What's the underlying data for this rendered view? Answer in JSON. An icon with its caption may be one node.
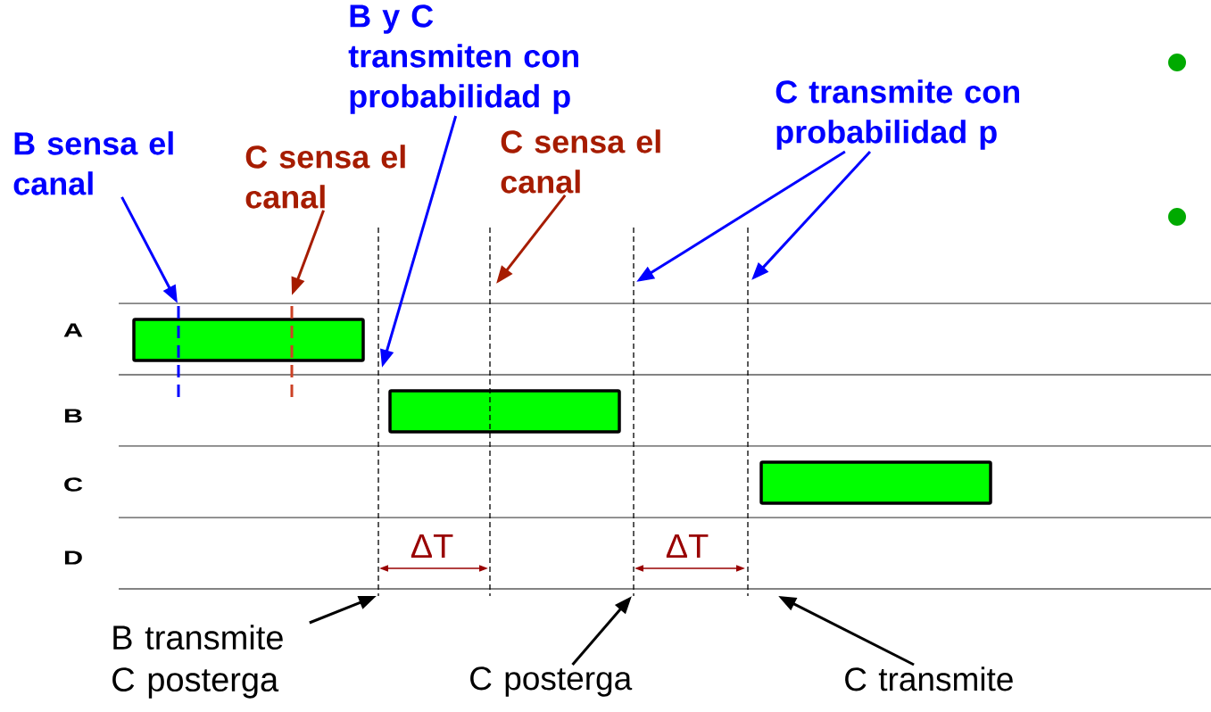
{
  "diagram": {
    "nodes": [
      {
        "text": [
          "B sensa el canal"
        ]
      },
      {
        "text": [
          "C sensa el canal"
        ]
      },
      {
        "text": [
          "B y C transmiten con probabilidad p"
        ]
      },
      {
        "text": [
          "C sensa el canal"
        ]
      },
      {
        "text": [
          "C transmite con probabilidad p"
        ]
      },
      {
        "text": [
          "B transmite C posterga"
        ]
      },
      {
        "text": [
          "C posterga"
        ]
      },
      {
        "text": [
          "C transmite"
        ]
      },
      {
        "text": [],
        "shape": "bar"
      },
      {
        "text": [],
        "shape": "bar"
      },
      {
        "text": [],
        "shape": "bar"
      }
    ],
    "edges": [
      {
        "from": 0,
        "to": null,
        "arrow": "to"
      },
      {
        "from": 1,
        "to": null,
        "arrow": "to",
        "color": "#a61c00"
      },
      {
        "from": 2,
        "to": null,
        "arrow": "to"
      },
      {
        "from": 3,
        "to": null,
        "arrow": "to",
        "color": "#a61c00"
      },
      {
        "from": 4,
        "to": null,
        "arrow": "to"
      },
      {
        "from": 4,
        "to": null,
        "arrow": "to"
      },
      {
        "from": 5,
        "to": null,
        "arrow": "to",
        "color": "#000000"
      },
      {
        "from": 6,
        "to": null,
        "arrow": "to",
        "color": "#000000"
      },
      {
        "from": 7,
        "to": null,
        "arrow": "to",
        "color": "#000000"
      }
    ],
    "labels": [
      "A",
      "B",
      "C",
      "D",
      "ΔT",
      "ΔT"
    ]
  }
}
